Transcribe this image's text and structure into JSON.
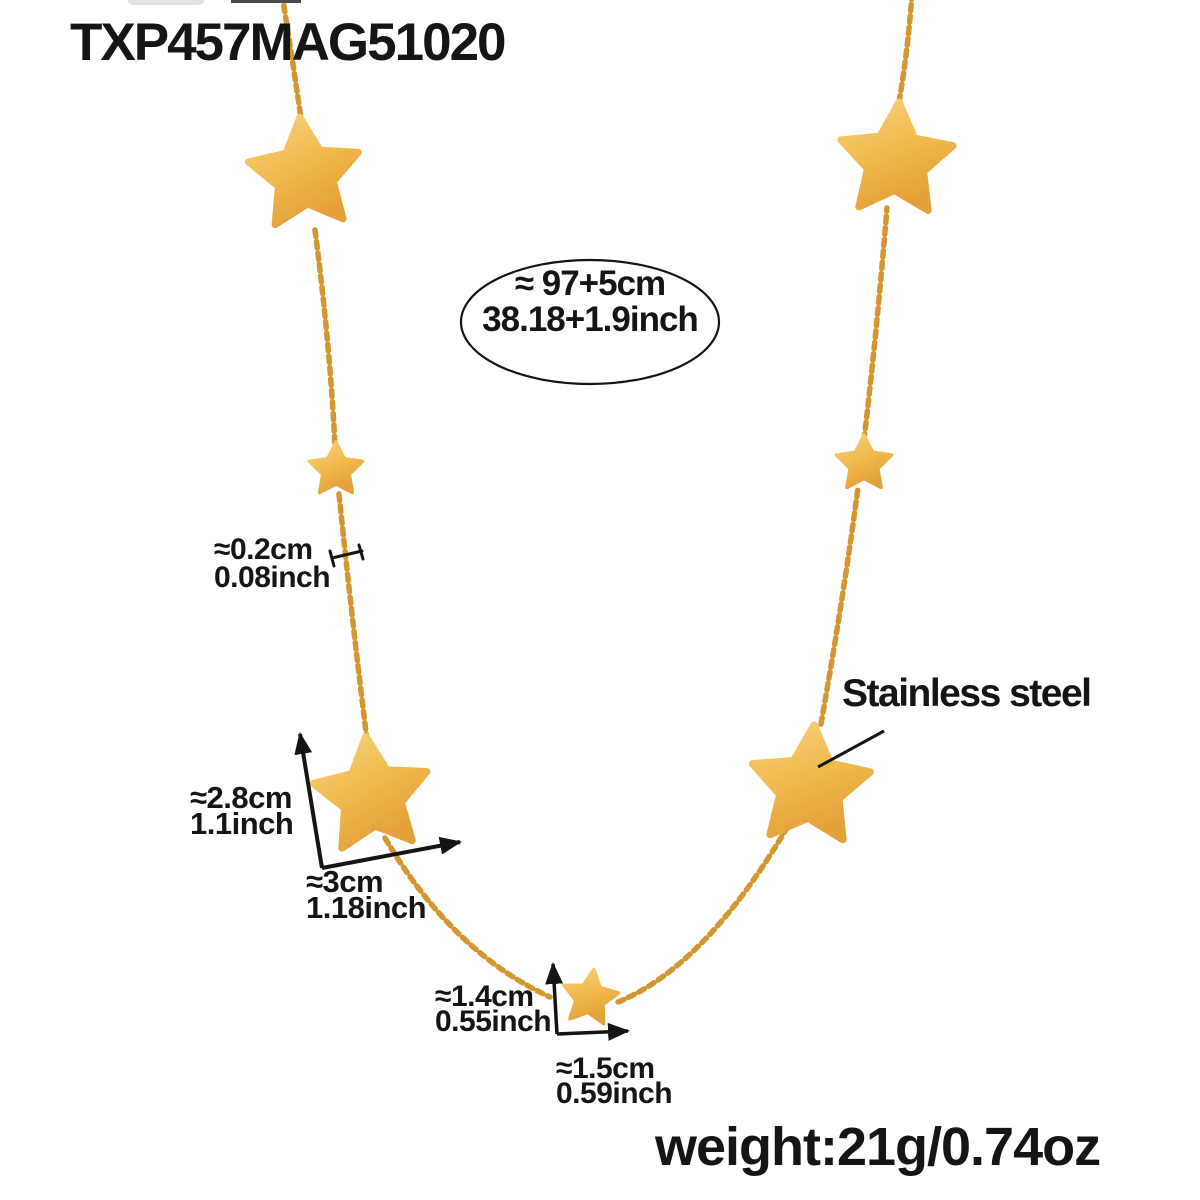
{
  "product": {
    "code": "TXP457MAG51020",
    "material": "Stainless steel",
    "weight": "weight:21g/0.74oz"
  },
  "measurements": {
    "necklace_length": {
      "cm": "≈ 97+5cm",
      "inch": "38.18+1.9inch"
    },
    "chain_thickness": {
      "cm": "≈0.2cm",
      "inch": "0.08inch"
    },
    "large_star_height": {
      "cm": "≈2.8cm",
      "inch": "1.1inch"
    },
    "large_star_width": {
      "cm": "≈3cm",
      "inch": "1.18inch"
    },
    "small_star_height": {
      "cm": "≈1.4cm",
      "inch": "0.55inch"
    },
    "small_star_width": {
      "cm": "≈1.5cm",
      "inch": "0.59inch"
    }
  },
  "colors": {
    "background": "#ffffff",
    "annotation_text": "#151515",
    "annotation_line": "#141414",
    "star_gold_light": "#f8d47c",
    "star_gold_mid": "#f0b94e",
    "star_gold_dark": "#e5a139",
    "chain_gold": "#d49730"
  }
}
